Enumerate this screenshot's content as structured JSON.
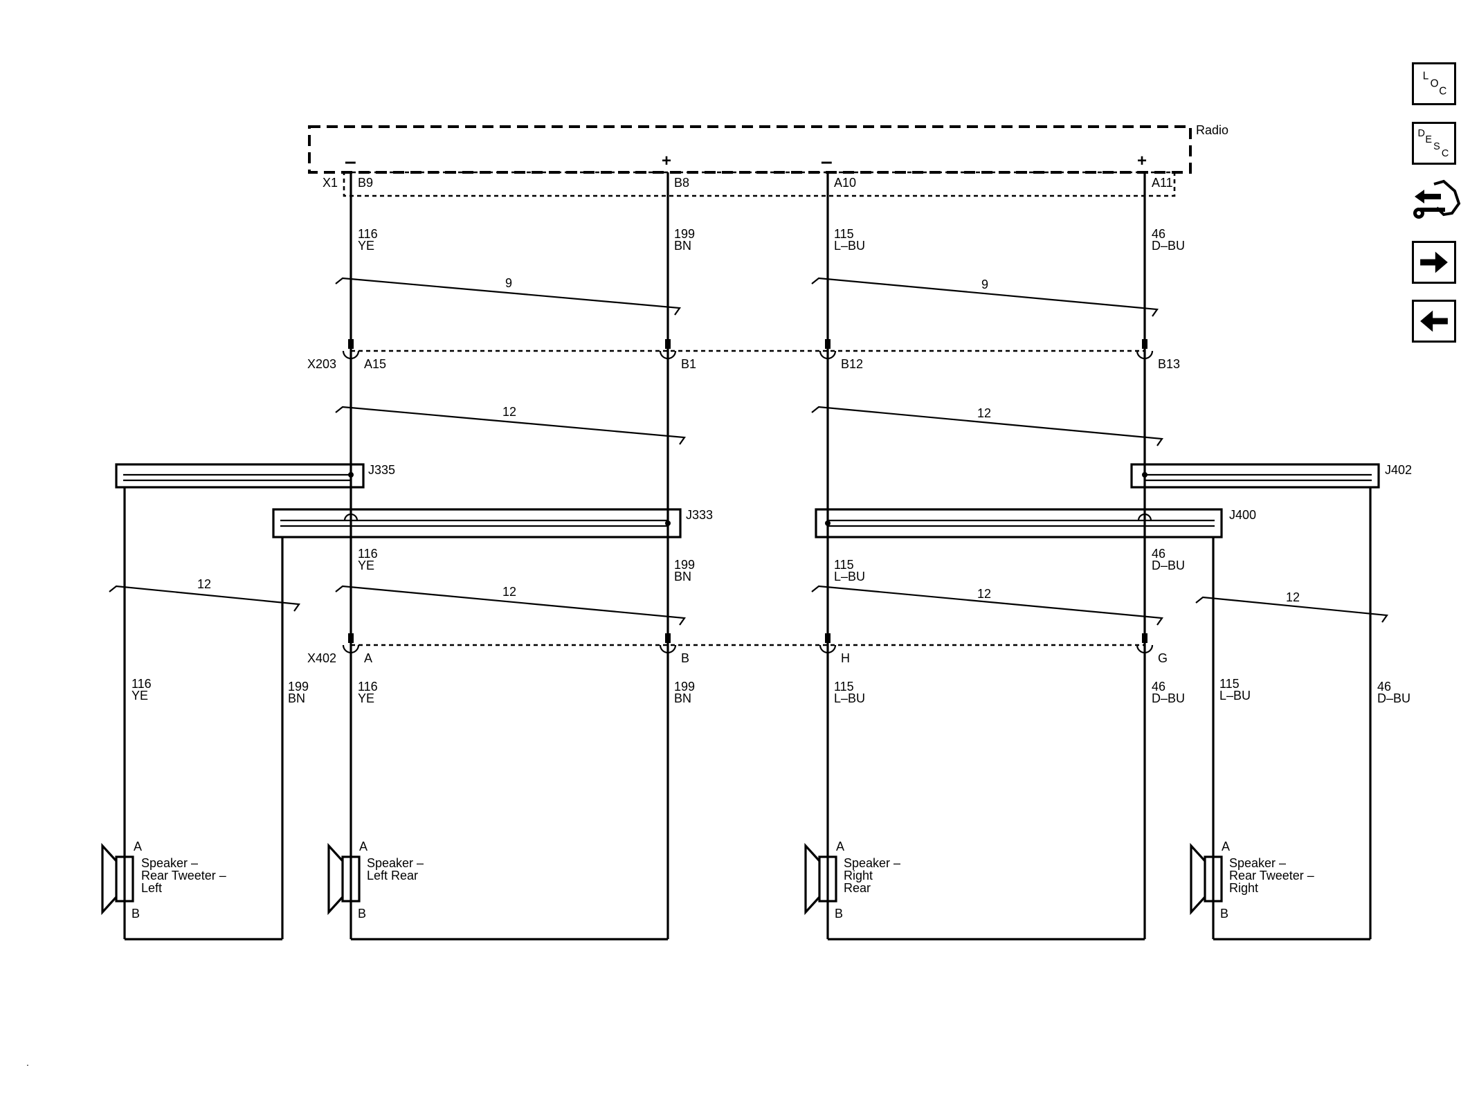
{
  "radio": {
    "label": "Radio",
    "connector": "X1",
    "pins": [
      {
        "pin": "B9",
        "polarity": "–"
      },
      {
        "pin": "B8",
        "polarity": "+"
      },
      {
        "pin": "A10",
        "polarity": "–"
      },
      {
        "pin": "A11",
        "polarity": "+"
      }
    ]
  },
  "wires_upper": [
    {
      "circuit": "116",
      "color": "YE"
    },
    {
      "circuit": "199",
      "color": "BN"
    },
    {
      "circuit": "115",
      "color": "L–BU"
    },
    {
      "circuit": "46",
      "color": "D–BU"
    }
  ],
  "twists": {
    "upper_left": "9",
    "upper_right": "9",
    "mid_left": "12",
    "mid_right": "12",
    "low_left": "12",
    "low_right": "12",
    "tweeter_left": "12",
    "tweeter_right": "12"
  },
  "x203": {
    "connector": "X203",
    "pins": [
      "A15",
      "B1",
      "B12",
      "B13"
    ]
  },
  "splices": {
    "j335": "J335",
    "j333": "J333",
    "j400": "J400",
    "j402": "J402"
  },
  "wires_mid": [
    {
      "circuit": "116",
      "color": "YE"
    },
    {
      "circuit": "199",
      "color": "BN"
    },
    {
      "circuit": "115",
      "color": "L–BU"
    },
    {
      "circuit": "46",
      "color": "D–BU"
    }
  ],
  "x402": {
    "connector": "X402",
    "pins": [
      "A",
      "B",
      "H",
      "G"
    ]
  },
  "wires_lower": [
    {
      "circuit": "116",
      "color": "YE"
    },
    {
      "circuit": "199",
      "color": "BN"
    },
    {
      "circuit": "115",
      "color": "L–BU"
    },
    {
      "circuit": "46",
      "color": "D–BU"
    }
  ],
  "wires_tweeter": [
    {
      "circuit": "116",
      "color": "YE"
    },
    {
      "circuit": "199",
      "color": "BN"
    },
    {
      "circuit": "115",
      "color": "L–BU"
    },
    {
      "circuit": "46",
      "color": "D–BU"
    }
  ],
  "speakers": [
    {
      "pin_a": "A",
      "pin_b": "B",
      "lines": [
        "Speaker –",
        "Rear Tweeter –",
        "Left"
      ]
    },
    {
      "pin_a": "A",
      "pin_b": "B",
      "lines": [
        "Speaker –",
        "Left Rear"
      ]
    },
    {
      "pin_a": "A",
      "pin_b": "B",
      "lines": [
        "Speaker –",
        "Right",
        "Rear"
      ]
    },
    {
      "pin_a": "A",
      "pin_b": "B",
      "lines": [
        "Speaker –",
        "Rear Tweeter –",
        "Right"
      ]
    }
  ],
  "nav": {
    "loc": {
      "l": "L",
      "o": "O",
      "c": "C"
    },
    "desc": {
      "d": "D",
      "e": "E",
      "s": "S",
      "c": "C"
    }
  },
  "corner_mark": "."
}
